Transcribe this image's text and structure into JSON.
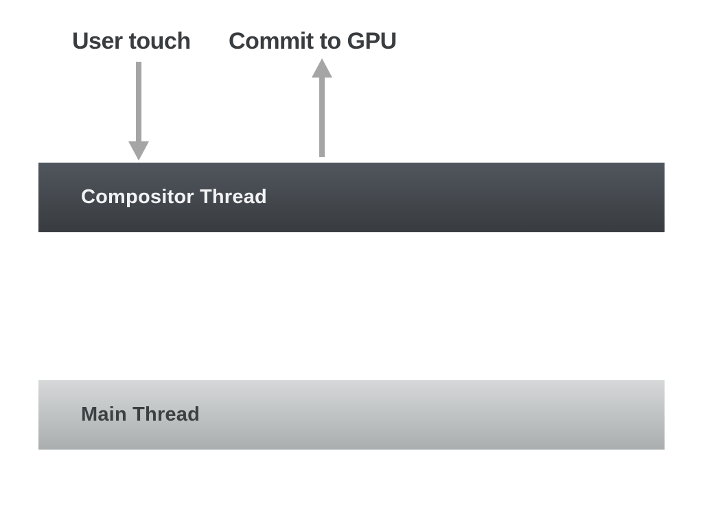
{
  "diagram": {
    "background_color": "#ffffff",
    "label_color": "#3a3d40",
    "annotations": {
      "user_touch": {
        "label": "User touch",
        "arrow_direction": "down"
      },
      "commit_to_gpu": {
        "label": "Commit to GPU",
        "arrow_direction": "up"
      }
    },
    "arrows": {
      "color": "#a5a5a5"
    },
    "bars": {
      "compositor": {
        "label": "Compositor Thread",
        "gradient": {
          "top": "#51565e",
          "bottom": "#383c40"
        },
        "text_color": "#f2f3f4"
      },
      "main": {
        "label": "Main Thread",
        "gradient": {
          "top": "#d6d8d9",
          "bottom": "#aaaeaf"
        },
        "text_color": "#3c4043"
      }
    }
  }
}
